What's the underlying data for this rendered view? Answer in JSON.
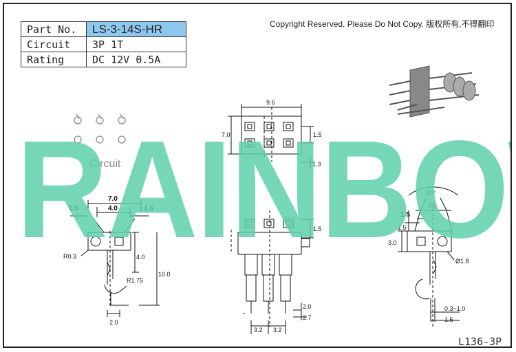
{
  "spec_table": {
    "rows": [
      {
        "key": "Part No.",
        "value": "LS-3-14S-HR"
      },
      {
        "key": "Circuit",
        "value": "3P 1T"
      },
      {
        "key": "Rating",
        "value": "DC 12V 0.5A"
      }
    ],
    "highlight_color": "#8ec8ee"
  },
  "copyright": "Copyright Reserved, Please Do Not Copy. 版权所有,不得翻印",
  "watermark": {
    "text": "RAINBOW",
    "color": "#5fcfac"
  },
  "circuit_label": "Circuit",
  "drawing_code": "L136-3P",
  "dimensions": {
    "top_width": "9.6",
    "top_height": "7.0",
    "top_pitch_v": "1.5",
    "top_offset": "1.3",
    "left_width": "7.0",
    "left_inner": "4.0",
    "left_side_a": "1.5",
    "left_side_b": "1.5",
    "left_radius": "R0.3",
    "left_h1": "4.0",
    "left_h2": "10.0",
    "left_radius2": "R1.75",
    "left_bottom": "2.0",
    "front_top": "1.5",
    "front_pin_a": "2.0",
    "front_pin_b": "2.7",
    "front_pitch_a": "3.2",
    "front_pitch_b": "3.2",
    "right_angle": "60°",
    "right_inner": "4.0",
    "right_side": "1.5",
    "right_vert": "1.5",
    "right_height": "3.0",
    "right_dia": "Ø1.8",
    "right_range": "0.3~1.0",
    "right_bottom": "1.5"
  }
}
